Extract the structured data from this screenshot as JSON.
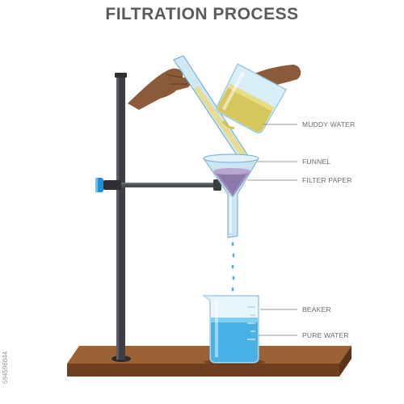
{
  "title": "FILTRATION PROCESS",
  "labels": {
    "muddy_water": "MUDDY WATER",
    "funnel": "FUNNEL",
    "filter_paper": "FILTER PAPER",
    "beaker": "BEAKER",
    "pure_water": "PURE WATER"
  },
  "stock_id": "594596844",
  "colors": {
    "title_text": "#5b5b5b",
    "label_text": "#6a6a6a",
    "stand_rod": "#3d3f44",
    "clamp_knob": "#1f8fd6",
    "wood_base": "#7a4a26",
    "funnel_glass": "#c9e4f2",
    "filter_paper": "#9b86b8",
    "muddy_water": "#d6c24a",
    "pure_water": "#48b2e6",
    "skin": "#8a5a3a"
  }
}
